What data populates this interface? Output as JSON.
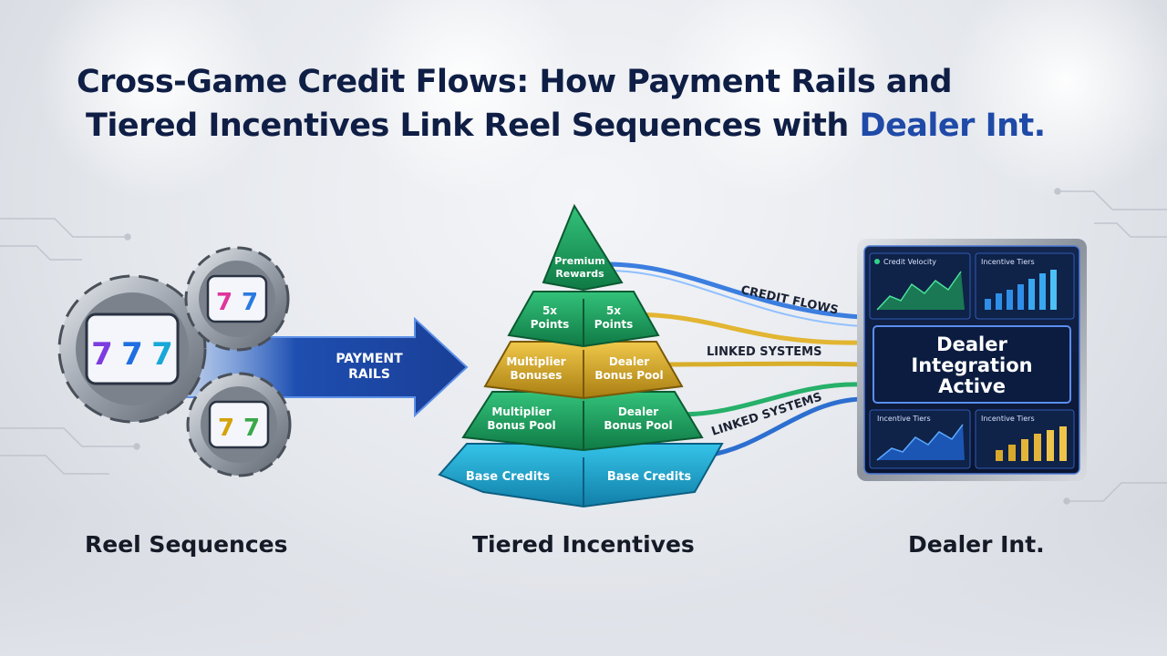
{
  "title": {
    "line1": "Cross-Game Credit Flows: How Payment Rails and",
    "line2_main": "Tiered Incentives Link Reel Sequences with",
    "line2_highlight": "Dealer Int."
  },
  "reels": {
    "symbols": [
      "7",
      "7",
      "7"
    ],
    "arrow_label_line1": "PAYMENT",
    "arrow_label_line2": "RAILS"
  },
  "pyramid": {
    "top": {
      "line1": "Premium",
      "line2": "Rewards"
    },
    "tier2": [
      {
        "line1": "5x",
        "line2": "Points"
      },
      {
        "line1": "5x",
        "line2": "Points"
      }
    ],
    "tier3": [
      {
        "line1": "Multiplier",
        "line2": "Bonuses"
      },
      {
        "line1": "Dealer",
        "line2": "Bonus Pool"
      }
    ],
    "tier4": [
      {
        "line1": "Multiplier",
        "line2": "Bonus Pool"
      },
      {
        "line1": "Dealer",
        "line2": "Bonus Pool"
      }
    ],
    "base": [
      "Base Credits",
      "Base Credits"
    ]
  },
  "flows": {
    "label1": "CREDIT FLOWS",
    "label2": "LINKED SYSTEMS",
    "label3": "LINKED SYSTEMS"
  },
  "dashboard": {
    "panel_tl": "Credit Velocity",
    "panel_tr": "Incentive Tiers",
    "panel_bl": "Incentive Tiers",
    "panel_br": "Incentive Tiers",
    "center_line1": "Dealer",
    "center_line2": "Integration",
    "center_line3": "Active"
  },
  "labels": {
    "left": "Reel Sequences",
    "center": "Tiered Incentives",
    "right": "Dealer Int."
  },
  "colors": {
    "navy": "#0f1e45",
    "accent_blue": "#1f4aa8",
    "pyramid_green": "#1aa060",
    "pyramid_gold": "#d4a62a",
    "pyramid_cyan": "#1da3c8",
    "dashboard_bg": "#0c1a38"
  }
}
